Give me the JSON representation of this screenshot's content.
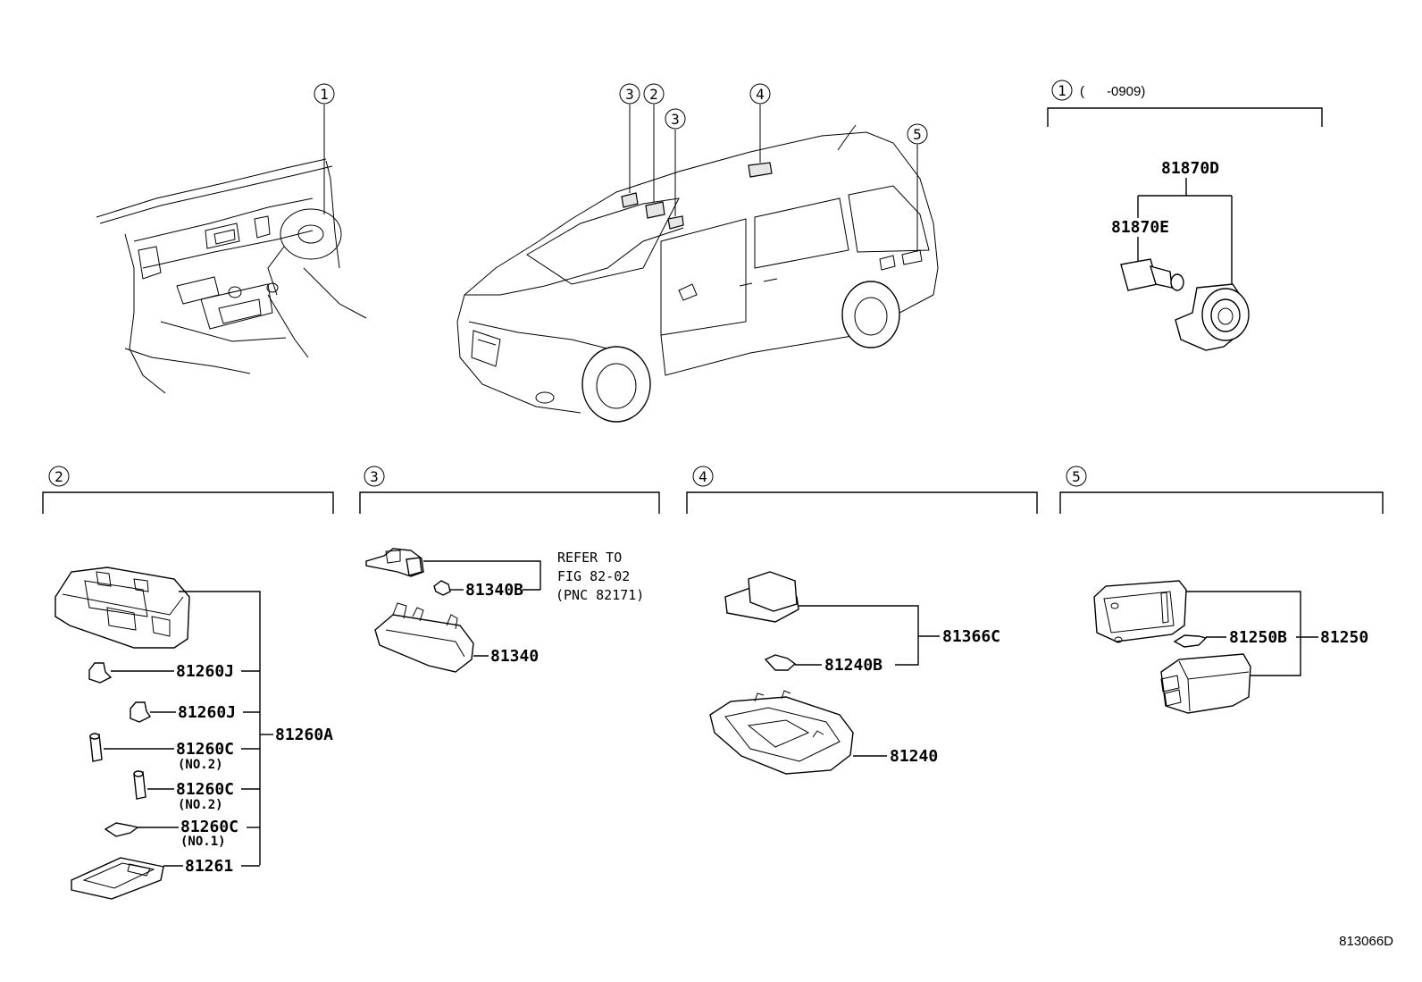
{
  "callouts": {
    "dash_top": "1",
    "roof_a": "3",
    "roof_b": "2",
    "roof_c": "3",
    "roof_center": "4",
    "rear": "5"
  },
  "section1": {
    "marker": "1",
    "range": "(      -0909)",
    "parts": {
      "socket": "81870D",
      "bulb": "81870E"
    }
  },
  "section2": {
    "marker": "2",
    "assembly": "81260A",
    "items": [
      {
        "pn": "81260J",
        "sub": ""
      },
      {
        "pn": "81260J",
        "sub": ""
      },
      {
        "pn": "81260C",
        "sub": "(NO.2)"
      },
      {
        "pn": "81260C",
        "sub": "(NO.2)"
      },
      {
        "pn": "81260C",
        "sub": "(NO.1)"
      },
      {
        "pn": "81261",
        "sub": ""
      }
    ]
  },
  "section3": {
    "marker": "3",
    "refer": [
      "REFER TO",
      "FIG 82-02",
      "(PNC 82171)"
    ],
    "bulb": "81340B",
    "lens": "81340"
  },
  "section4": {
    "marker": "4",
    "assembly": "81366C",
    "bulb": "81240B",
    "cover": "81240"
  },
  "section5": {
    "marker": "5",
    "bulb": "81250B",
    "assembly": "81250"
  },
  "drawing_code": "813066D"
}
